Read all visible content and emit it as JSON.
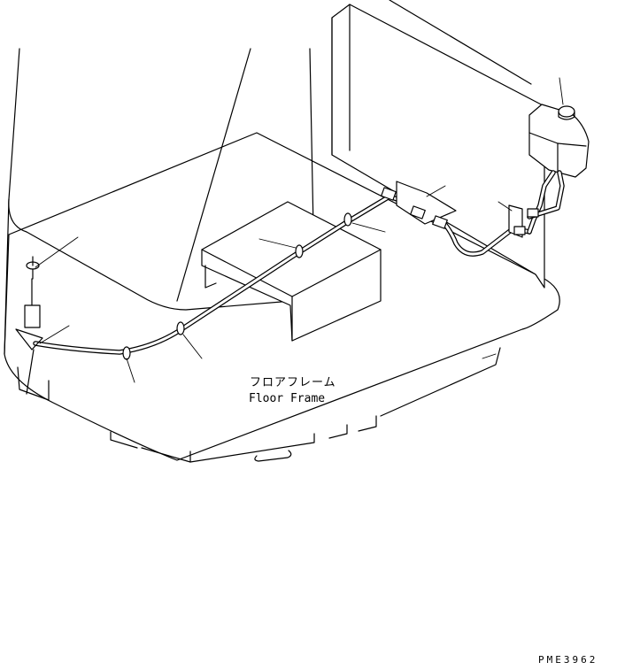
{
  "diagram": {
    "labels": {
      "floor_frame_jp": "フロアフレーム",
      "floor_frame_en": "Floor Frame"
    },
    "drawing_code": "PME3962"
  }
}
